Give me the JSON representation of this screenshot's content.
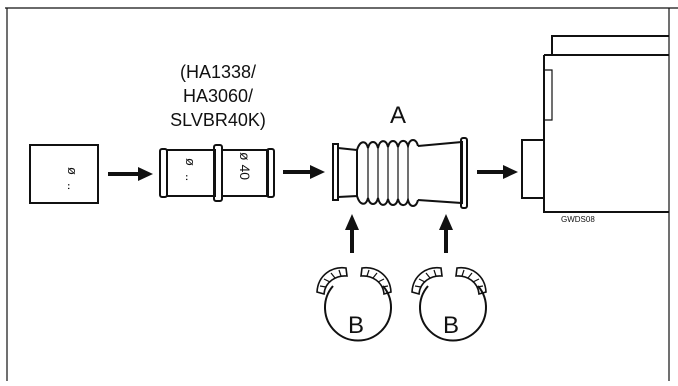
{
  "diagram": {
    "part_numbers": [
      "(HA1338/",
      "HA3060/",
      "SLVBR40K)"
    ],
    "hose_label": "A",
    "clamp_labels": [
      "B",
      "B"
    ],
    "adapter_left_marking": [
      "ø",
      ".."
    ],
    "adapter_right_marking": "ø 40",
    "pipe_marking": [
      "ø",
      ".."
    ],
    "figure_code": "GWDS08"
  }
}
